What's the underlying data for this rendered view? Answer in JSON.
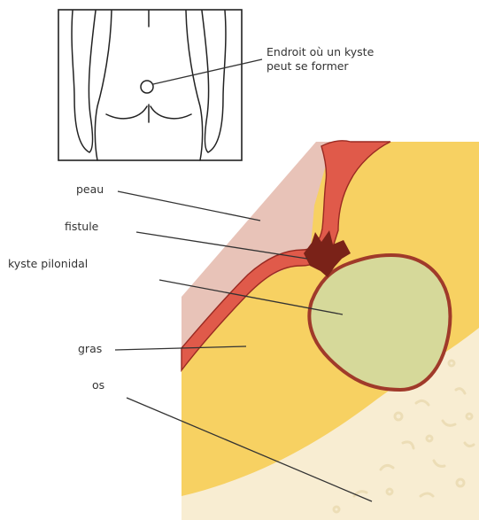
{
  "labels": {
    "callout_line1": "Endroit où un kyste",
    "callout_line2": "peut se former",
    "skin": "peau",
    "fistula": "fistule",
    "cyst": "kyste pilonidal",
    "fat": "gras",
    "bone": "os"
  },
  "colors": {
    "skin": "#E8C3B8",
    "dermis": "#E05A4A",
    "dermis_edge": "#9A2A22",
    "fat": "#F7D162",
    "cyst_fill": "#D6D99A",
    "cyst_wall": "#A03A2A",
    "fistula": "#7A2218",
    "bone": "#F8EDD2",
    "bone_pores": "#ECDDB6",
    "leader": "#333333",
    "outline": "#222222"
  }
}
